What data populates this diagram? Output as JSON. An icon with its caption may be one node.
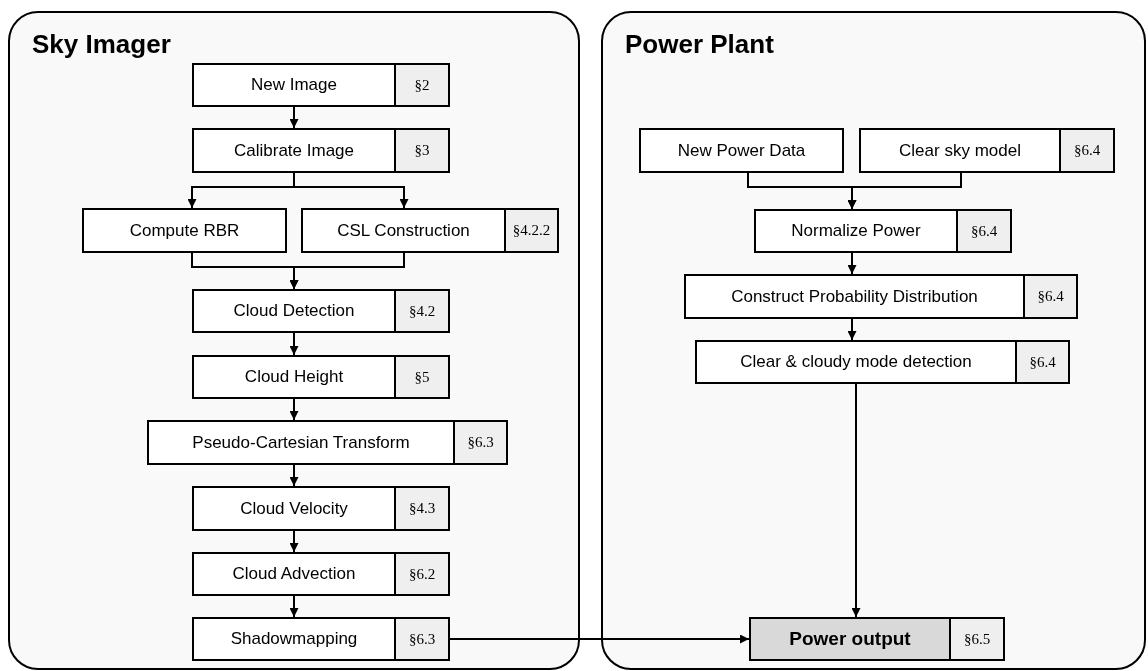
{
  "diagram": {
    "nodes": [
      {
        "text": [
          "Sky Imager"
        ]
      },
      {
        "text": [
          "New Image",
          "§2"
        ],
        "in": 0
      },
      {
        "text": [
          "Calibrate Image",
          "§3"
        ],
        "in": 0
      },
      {
        "text": [
          "Compute RBR"
        ],
        "in": 0
      },
      {
        "text": [
          "CSL Construction",
          "§4.2.2"
        ],
        "in": 0
      },
      {
        "text": [
          "Cloud Detection",
          "§4.2"
        ],
        "in": 0
      },
      {
        "text": [
          "Cloud Height",
          "§5"
        ],
        "in": 0
      },
      {
        "text": [
          "Pseudo-Cartesian Transform",
          "§6.3"
        ],
        "in": 0
      },
      {
        "text": [
          "Cloud Velocity",
          "§4.3"
        ],
        "in": 0
      },
      {
        "text": [
          "Cloud Advection",
          "§6.2"
        ],
        "in": 0
      },
      {
        "text": [
          "Shadowmapping",
          "§6.3"
        ],
        "in": 0
      },
      {
        "text": [
          "Power Plant"
        ]
      },
      {
        "text": [
          "New Power Data"
        ],
        "in": 11
      },
      {
        "text": [
          "Clear sky model",
          "§6.4"
        ],
        "in": 11
      },
      {
        "text": [
          "Normalize Power",
          "§6.4"
        ],
        "in": 11
      },
      {
        "text": [
          "Construct Probability Distribution",
          "§6.4"
        ],
        "in": 11
      },
      {
        "text": [
          "Clear & cloudy mode detection",
          "§6.4"
        ],
        "in": 11
      },
      {
        "text": [
          "Power output",
          "§6.5"
        ],
        "in": 11
      }
    ],
    "edges": [
      {
        "from": 1,
        "to": 2,
        "arrow": "to"
      },
      {
        "from": 2,
        "to": 3,
        "arrow": "to"
      },
      {
        "from": 2,
        "to": 4,
        "arrow": "to"
      },
      {
        "from": 3,
        "to": 5,
        "arrow": "to"
      },
      {
        "from": 4,
        "to": 5,
        "arrow": "to"
      },
      {
        "from": 5,
        "to": 6,
        "arrow": "to"
      },
      {
        "from": 6,
        "to": 7,
        "arrow": "to"
      },
      {
        "from": 7,
        "to": 8,
        "arrow": "to"
      },
      {
        "from": 8,
        "to": 9,
        "arrow": "to"
      },
      {
        "from": 9,
        "to": 10,
        "arrow": "to"
      },
      {
        "from": 10,
        "to": 17,
        "arrow": "to"
      },
      {
        "from": 12,
        "to": 14,
        "arrow": "to"
      },
      {
        "from": 13,
        "to": 14,
        "arrow": "to"
      },
      {
        "from": 14,
        "to": 15,
        "arrow": "to"
      },
      {
        "from": 15,
        "to": 16,
        "arrow": "to"
      },
      {
        "from": 16,
        "to": 17,
        "arrow": "to"
      }
    ]
  }
}
